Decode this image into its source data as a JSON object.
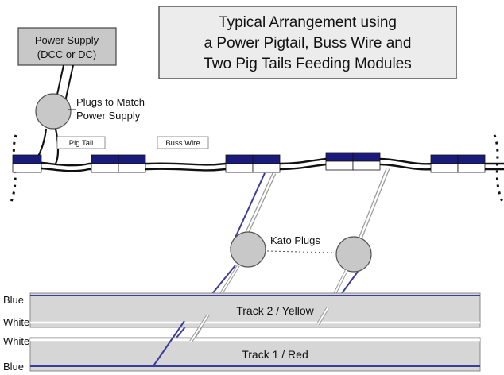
{
  "title": {
    "line1": "Typical Arrangement using",
    "line2": "a Power Pigtail, Buss Wire and",
    "line3": "Two Pig Tails Feeding Modules"
  },
  "power_supply": {
    "line1": "Power Supply",
    "line2": "(DCC or DC)"
  },
  "plugs_label": {
    "line1": "Plugs to Match",
    "line2": "Power Supply"
  },
  "pigtail_label": "Pig Tail",
  "buss_label": "Buss Wire",
  "kato_label": "Kato Plugs",
  "track2_label": "Track 2 / Yellow",
  "track1_label": "Track 1 / Red",
  "rail_labels": {
    "blue_top": "Blue",
    "white_top": "White",
    "white_bottom": "White",
    "blue_bottom": "Blue"
  },
  "colors": {
    "module_blue": "#1a1a7a",
    "track_fill": "#d6d6d6",
    "rail_blue": "#3c3c9a",
    "box_fill": "#e6e6e6"
  }
}
